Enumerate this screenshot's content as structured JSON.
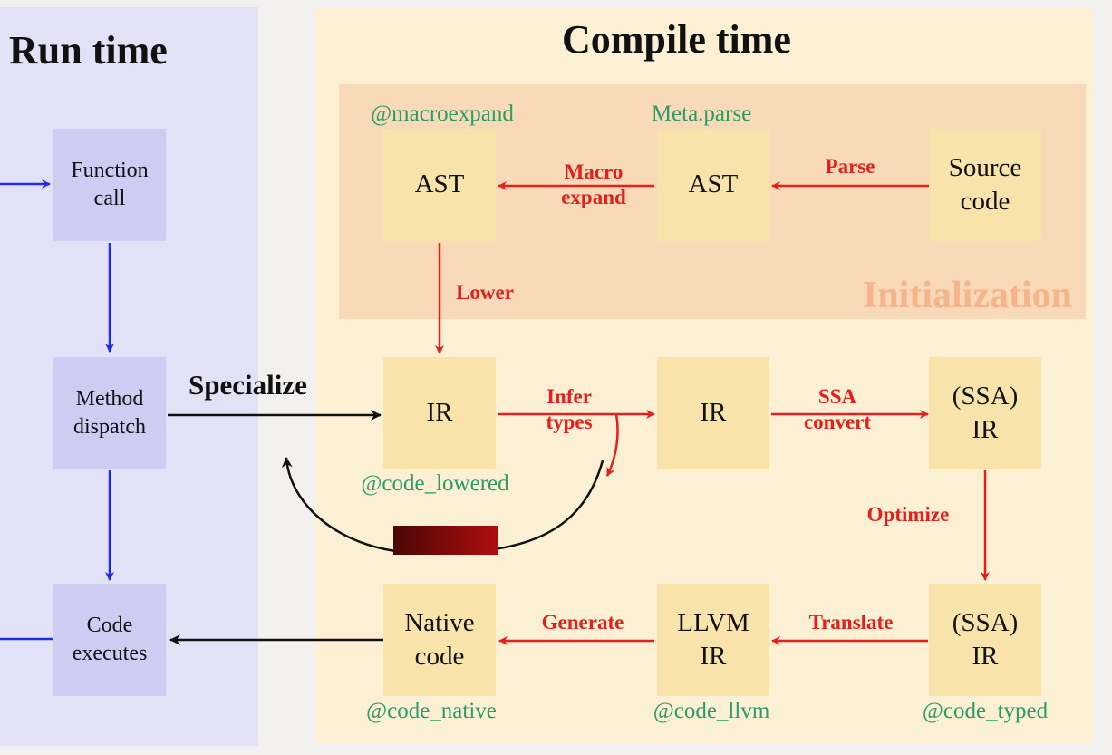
{
  "titles": {
    "run_time": "Run time",
    "compile_time": "Compile time",
    "initialization": "Initialization"
  },
  "runtime_boxes": {
    "function_call": "Function\ncall",
    "method_dispatch": "Method\ndispatch",
    "code_executes": "Code\nexecutes"
  },
  "compile_boxes": {
    "ast_expanded": "AST",
    "ast_parsed": "AST",
    "source_code": "Source\ncode",
    "ir_lowered": "IR",
    "ir_inferred": "IR",
    "ssa_ir": "(SSA)\nIR",
    "ssa_ir_typed": "(SSA)\nIR",
    "llvm_ir": "LLVM\nIR",
    "native_code": "Native\ncode"
  },
  "macros": {
    "macroexpand": "@macroexpand",
    "meta_parse": "Meta.parse",
    "code_lowered": "@code_lowered",
    "code_native": "@code_native",
    "code_llvm": "@code_llvm",
    "code_typed": "@code_typed"
  },
  "edges": {
    "parse": "Parse",
    "macro_expand": "Macro\nexpand",
    "lower": "Lower",
    "specialize": "Specialize",
    "infer_types": "Infer\ntypes",
    "ssa_convert": "SSA\nconvert",
    "optimize": "Optimize",
    "translate": "Translate",
    "generate": "Generate"
  },
  "colors": {
    "runtime_panel": "#e3e1f6",
    "compile_panel": "#fbf0d4",
    "init_panel": "#f8d9b8",
    "runtime_box": "#cfccf4",
    "compile_box": "#f8e3ab",
    "red_arrow": "#e3201b",
    "blue_arrow": "#1f2de8",
    "macro_text": "#2e9a6a"
  }
}
